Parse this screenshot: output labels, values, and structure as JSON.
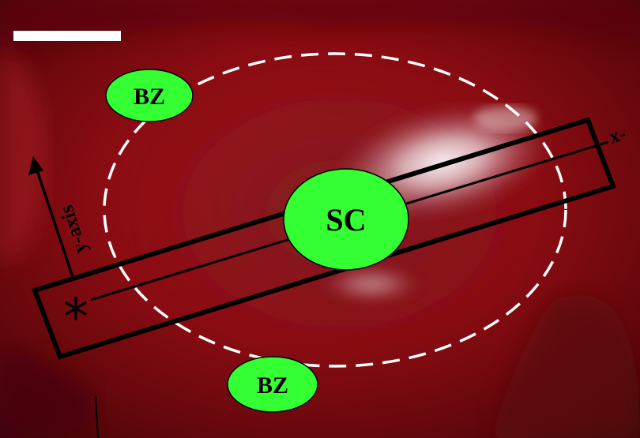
{
  "labels": {
    "border_zone_top": "BZ",
    "border_zone_bottom": "BZ",
    "scar_center": "SC"
  },
  "axes": {
    "y_label": "y-axis",
    "x_label": "x-",
    "origin_marker": "*"
  },
  "colors": {
    "label_fill": "#33ff33",
    "tissue_base": "#8a0c12",
    "tissue_dark": "#4a0608",
    "highlight": "#f4eef4",
    "scale_bar": "#ffffff",
    "dashed_outline": "#ffffff",
    "annotation_ink": "#000000"
  }
}
